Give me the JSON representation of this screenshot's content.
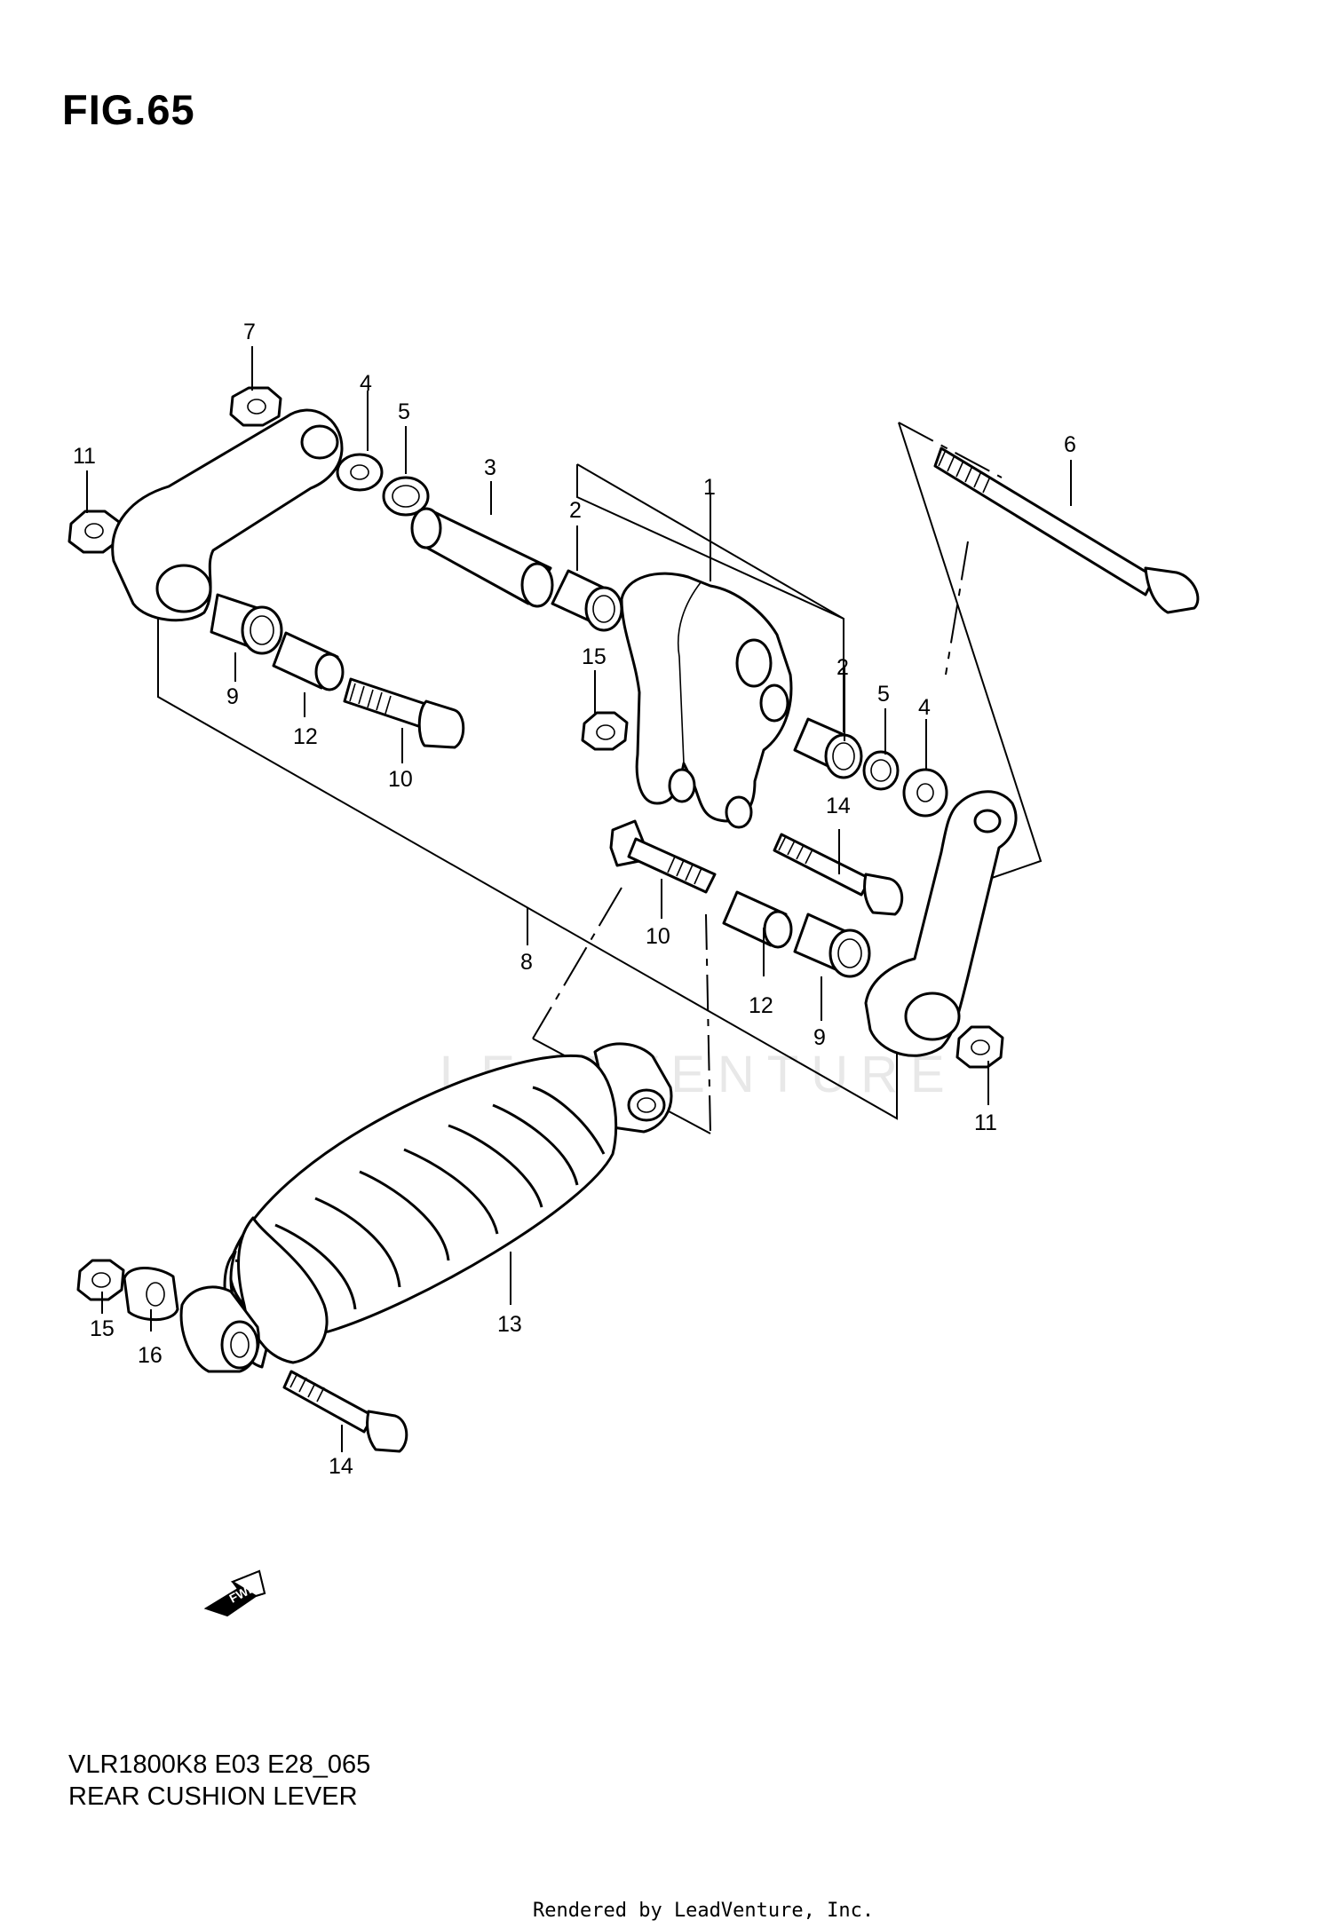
{
  "figure": {
    "title": "FIG.65"
  },
  "footer": {
    "model_code": "VLR1800K8  E03  E28_065",
    "caption": "REAR CUSHION LEVER",
    "rendered_by": "Rendered by LeadVenture, Inc."
  },
  "watermark": "LEADVENTURE",
  "fwd_label": "FWD",
  "callouts": {
    "n1": "1",
    "n2a": "2",
    "n2b": "2",
    "n3": "3",
    "n4a": "4",
    "n4b": "4",
    "n5a": "5",
    "n5b": "5",
    "n6": "6",
    "n7": "7",
    "n8": "8",
    "n9a": "9",
    "n9b": "9",
    "n10a": "10",
    "n10b": "10",
    "n11a": "11",
    "n11b": "11",
    "n12a": "12",
    "n12b": "12",
    "n13": "13",
    "n14a": "14",
    "n14b": "14",
    "n15a": "15",
    "n15b": "15",
    "n16": "16"
  }
}
